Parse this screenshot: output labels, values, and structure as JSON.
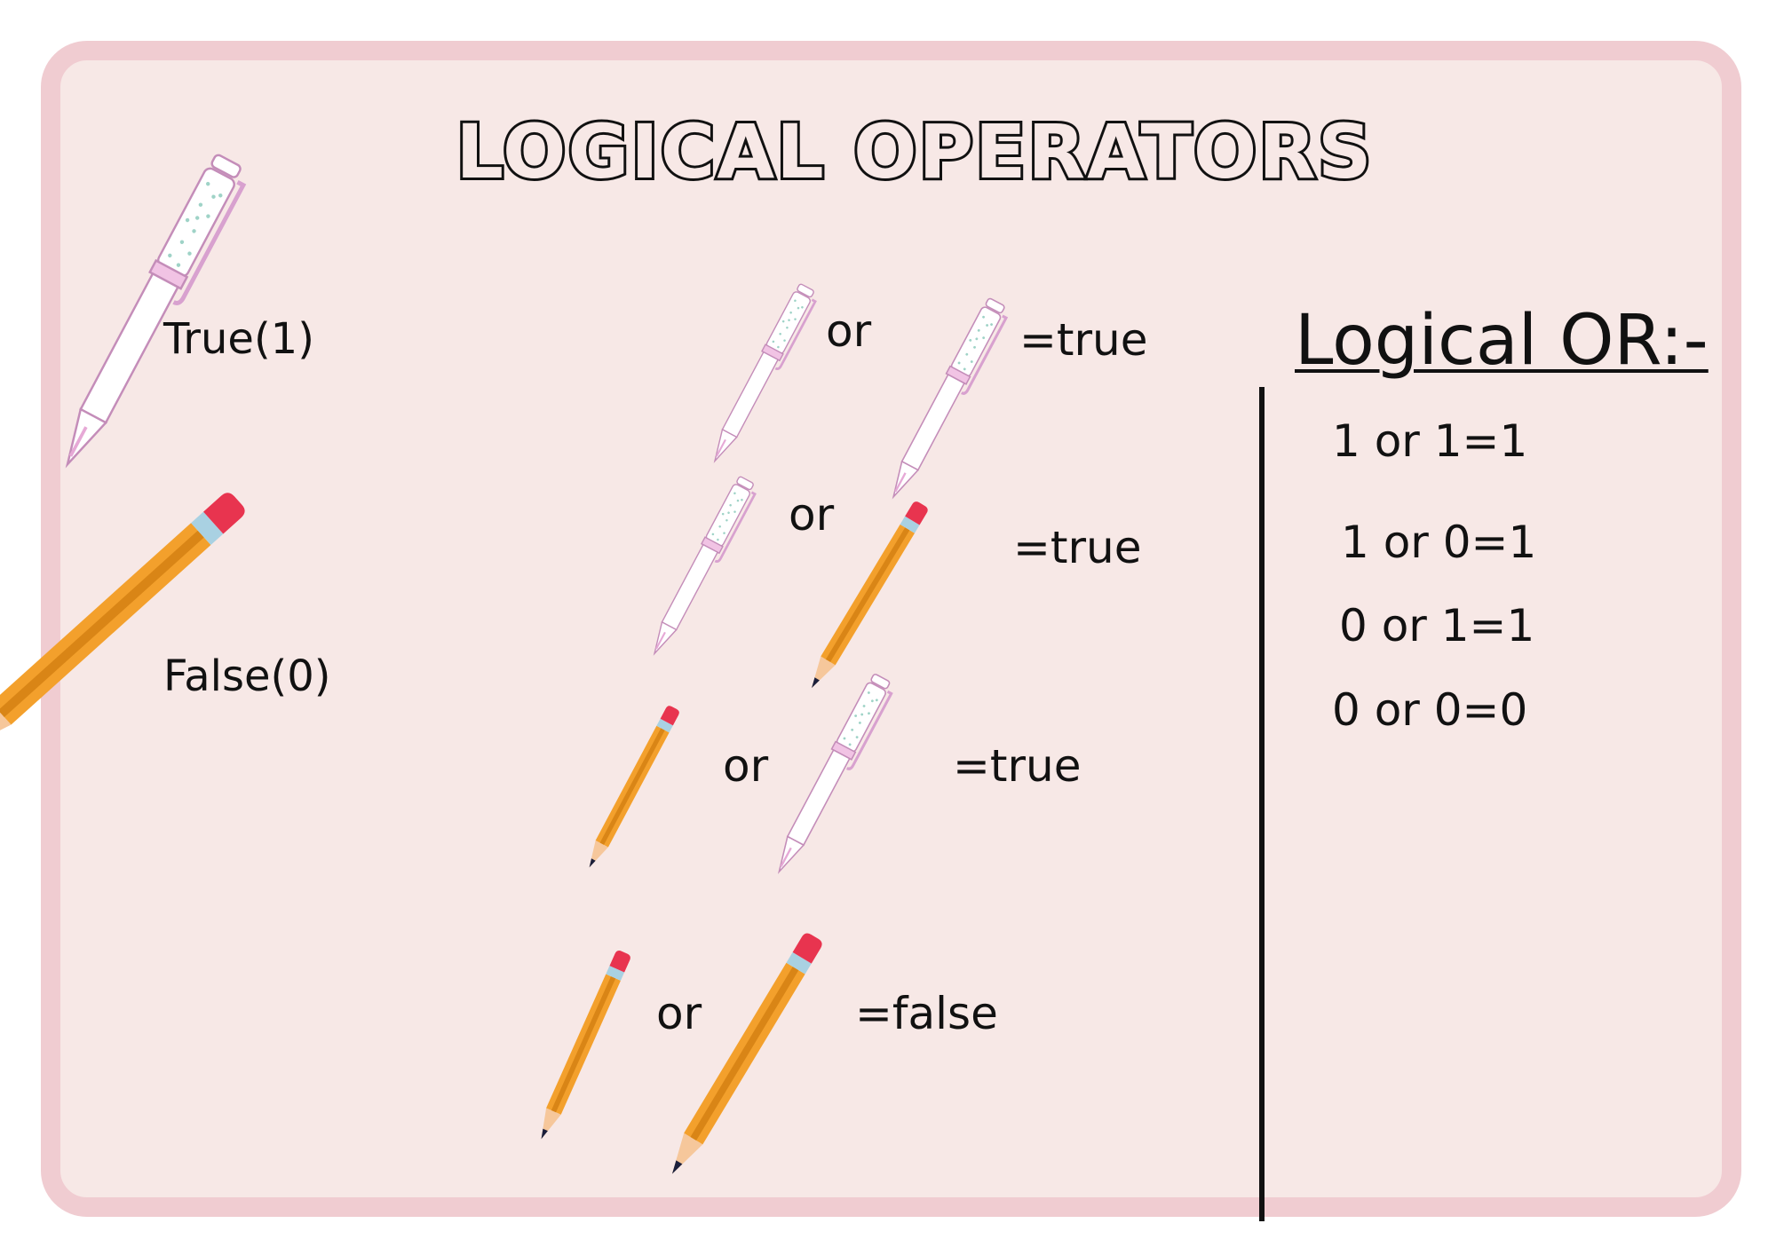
{
  "title": "LOGICAL OPERATORS",
  "legend": [
    {
      "icon": "pen-icon",
      "label": "True(1)"
    },
    {
      "icon": "pencil-icon",
      "label": "False(0)"
    }
  ],
  "examples": [
    {
      "left": "pen-icon",
      "operator": "or",
      "right": "pen-icon",
      "result": "=true"
    },
    {
      "left": "pen-icon",
      "operator": "or",
      "right": "pencil-icon",
      "result": "=true"
    },
    {
      "left": "pencil-icon",
      "operator": "or",
      "right": "pen-icon",
      "result": "=true"
    },
    {
      "left": "pencil-icon",
      "operator": "or",
      "right": "pencil-icon",
      "result": "=false"
    }
  ],
  "truth_table": {
    "heading": "Logical OR:-",
    "rows": [
      "1 or 1=1",
      "1 or 0=1",
      "0 or 1=1",
      "0 or 0=0"
    ]
  },
  "colors": {
    "background": "#f7e8e6",
    "border": "#f0ccd1",
    "pencil_body": "#f3a02c",
    "pencil_eraser": "#e8344f",
    "pencil_band": "#a9d1e2",
    "pen_accent": "#e6a9d6"
  }
}
